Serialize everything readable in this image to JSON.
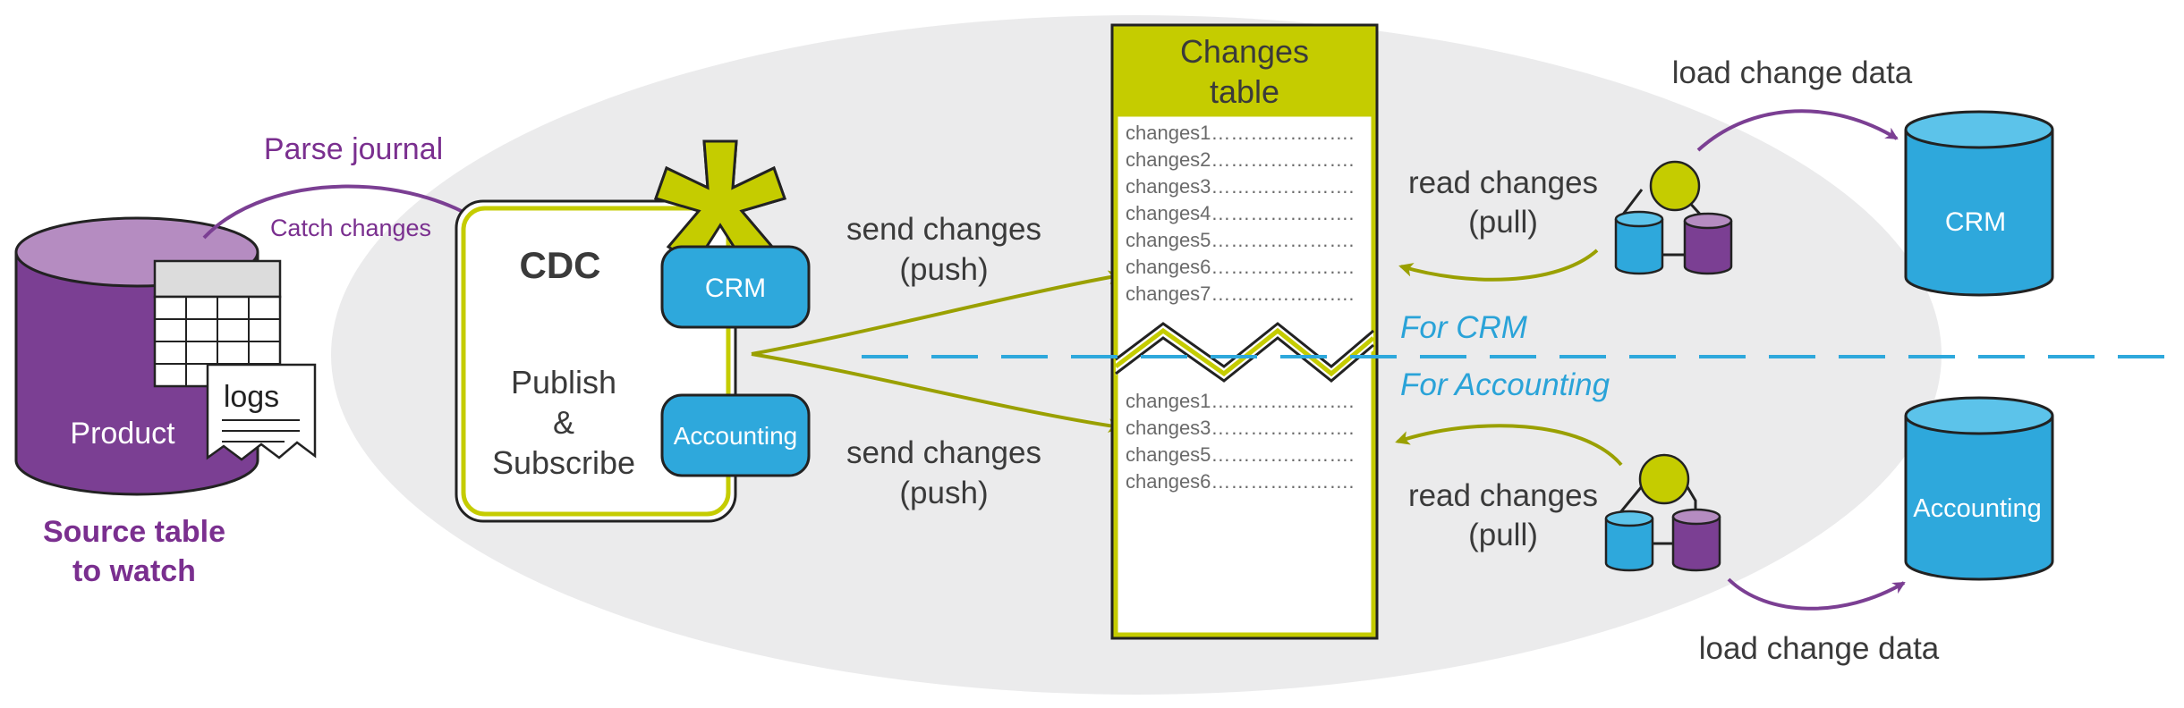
{
  "colors": {
    "purple": "#7b3f93",
    "purple_light": "#b58cc1",
    "purple_text": "#7a2f8f",
    "olive": "#c5cc00",
    "olive_dark": "#9aa000",
    "blue": "#2ea8dc",
    "blue_light": "#5cc3ea",
    "blue_text": "#2aa3d8",
    "ellipse_gray": "#ebebec",
    "text_dark": "#3a3a3a"
  },
  "source": {
    "db_label": "Product",
    "logs_label": "logs",
    "caption_line1": "Source table",
    "caption_line2": "to watch",
    "parse_journal": "Parse journal",
    "catch_changes": "Catch changes"
  },
  "cdc": {
    "title": "CDC",
    "publish_line1": "Publish",
    "publish_line2": "&",
    "publish_line3": "Subscribe",
    "crm_button": "CRM",
    "accounting_button": "Accounting"
  },
  "push": {
    "top_line1": "send changes",
    "top_line2": "(push)",
    "bottom_line1": "send changes",
    "bottom_line2": "(push)"
  },
  "changes_table": {
    "title_line1": "Changes",
    "title_line2": "table",
    "crm_rows": [
      "changes1………………….",
      "changes2………………….",
      "changes3………………….",
      "changes4………………….",
      "changes5………………….",
      "changes6………………….",
      "changes7…………………."
    ],
    "accounting_rows": [
      "changes1………………….",
      "changes3………………….",
      "changes5………………….",
      "changes6…………………."
    ]
  },
  "divider": {
    "for_crm": "For CRM",
    "for_accounting": "For Accounting"
  },
  "pull": {
    "top_line1": "read changes",
    "top_line2": "(pull)",
    "bottom_line1": "read changes",
    "bottom_line2": "(pull)"
  },
  "targets": {
    "crm_db": "CRM",
    "accounting_db": "Accounting",
    "load_top": "load change data",
    "load_bottom": "load change data"
  }
}
